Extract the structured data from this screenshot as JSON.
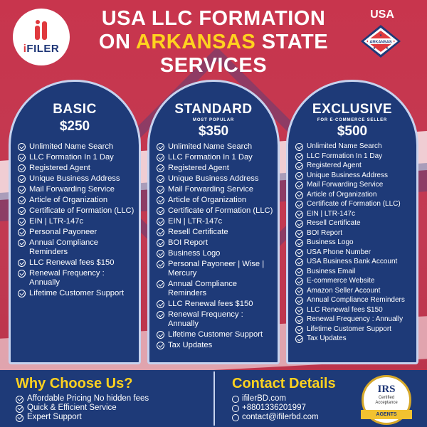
{
  "brand": {
    "logo_text_red": "i",
    "logo_text_blue": "FILER"
  },
  "header": {
    "title_line1": "USA LLC FORMATION",
    "title_on": "ON ",
    "title_highlight": "ARKANSAS",
    "title_state": " STATE",
    "title_line3": "SERVICES",
    "country": "USA",
    "flag_text": "ARKANSAS"
  },
  "colors": {
    "accent": "#ffd21f",
    "navy": "#1e3a78",
    "red": "#c8354d"
  },
  "plans": [
    {
      "name": "BASIC",
      "subtitle": "",
      "price": "$250",
      "features": [
        "Unlimited Name Search",
        "LLC Formation In 1 Day",
        "Registered Agent",
        "Unique Business Address",
        "Mail Forwarding Service",
        "Article of Organization",
        "Certificate of Formation (LLC)",
        "EIN | LTR-147c",
        "Personal Payoneer",
        "Annual Compliance Reminders",
        "LLC Renewal fees $150",
        "Renewal Frequency : Annually",
        "Lifetime Customer Support"
      ]
    },
    {
      "name": "STANDARD",
      "subtitle": "MOST POPULAR",
      "price": "$350",
      "features": [
        "Unlimited Name Search",
        "LLC Formation In 1 Day",
        "Registered Agent",
        "Unique Business Address",
        "Mail Forwarding Service",
        "Article of Organization",
        "Certificate of Formation (LLC)",
        "EIN | LTR-147c",
        "Resell Certificate",
        "BOI Report",
        "Business Logo",
        "Personal Payoneer | Wise | Mercury",
        "Annual Compliance Reminders",
        "LLC Renewal fees $150",
        "Renewal Frequency : Annually",
        "Lifetime Customer Support",
        "Tax Updates"
      ]
    },
    {
      "name": "EXCLUSIVE",
      "subtitle": "FOR E-COMMERCE SELLER",
      "price": "$500",
      "features": [
        "Unlimited Name Search",
        "LLC Formation In 1 Day",
        "Registered Agent",
        "Unique Business Address",
        "Mail Forwarding Service",
        "Article of Organization",
        "Certificate of Formation (LLC)",
        "EIN | LTR-147c",
        "Resell Certificate",
        "BOI Report",
        "Business Logo",
        "USA Phone Number",
        "USA Business Bank Account",
        "Business Email",
        "E-commerce Website",
        "Amazon Seller Account",
        "Annual Compliance Reminders",
        "LLC Renewal fees $150",
        "Renewal Frequency : Annually",
        "Lifetime Customer Support",
        "Tax Updates"
      ]
    }
  ],
  "why": {
    "title": "Why Choose Us?",
    "items": [
      "Affordable Pricing No hidden fees",
      "Quick & Efficient Service",
      "Expert Support"
    ]
  },
  "contact": {
    "title": "Contact Details",
    "website": "ifilerBD.com",
    "phone": "+8801336201997",
    "email": "contact@ifilerbd.com"
  },
  "irs_badge": {
    "logo": "IRS",
    "line1": "Certified",
    "line2": "Acceptance",
    "ribbon": "AGENTS"
  }
}
